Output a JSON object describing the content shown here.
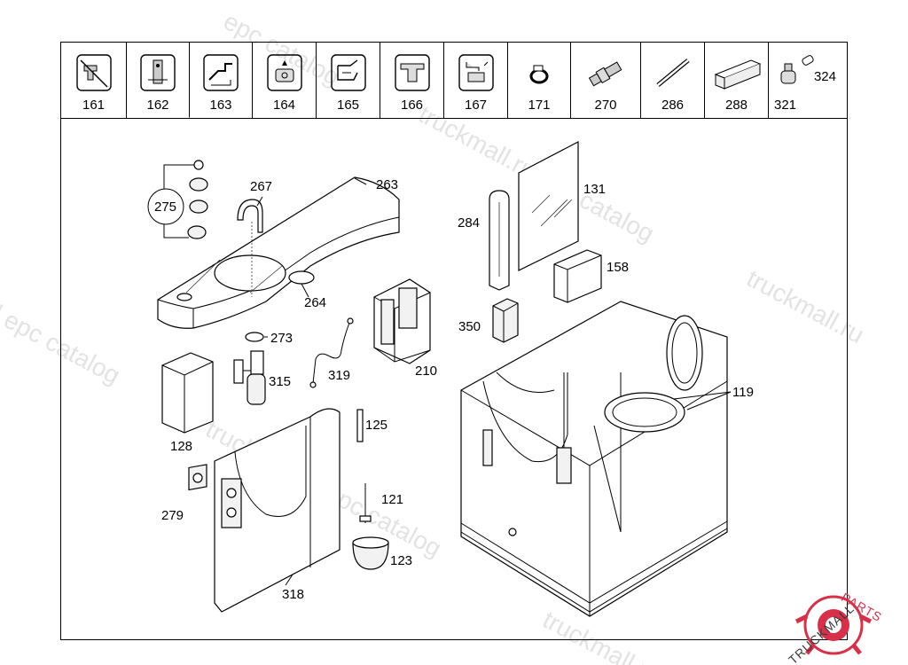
{
  "toolbar": {
    "items": [
      {
        "label": "161",
        "icon": "faucet-crossed-icon"
      },
      {
        "label": "162",
        "icon": "wall-bracket-icon"
      },
      {
        "label": "163",
        "icon": "pipe-assembly-icon"
      },
      {
        "label": "164",
        "icon": "water-heater-icon"
      },
      {
        "label": "165",
        "icon": "hand-dryer-icon"
      },
      {
        "label": "166",
        "icon": "sink-trap-icon"
      },
      {
        "label": "167",
        "icon": "shower-tap-icon"
      },
      {
        "label": "171",
        "icon": "hose-clamp-icon"
      },
      {
        "label": "270",
        "icon": "fitting-connector-icon"
      },
      {
        "label": "286",
        "icon": "rod-icon"
      },
      {
        "label": "288",
        "icon": "cover-strip-icon"
      },
      {
        "label": "321",
        "icon": "valve-icon",
        "extra_label": "324"
      }
    ]
  },
  "callouts": {
    "c263": "263",
    "c267": "267",
    "c275": "275",
    "c264": "264",
    "c273": "273",
    "c315": "315",
    "c319": "319",
    "c210": "210",
    "c128": "128",
    "c125": "125",
    "c121": "121",
    "c123": "123",
    "c279": "279",
    "c318": "318",
    "c131": "131",
    "c284": "284",
    "c158": "158",
    "c350": "350",
    "c119": "119"
  },
  "watermark": {
    "text1": "epc catalog",
    "text2": "truckmall.ru",
    "text3": "truckmall.ru epc catalog",
    "text4": "l epc catalog"
  },
  "logo": {
    "text": "TRUCKMALLPARTS",
    "part1": "TRUCKMALL",
    "part2": "PARTS",
    "color_main": "#3a3a3a",
    "color_accent": "#d9304a"
  }
}
